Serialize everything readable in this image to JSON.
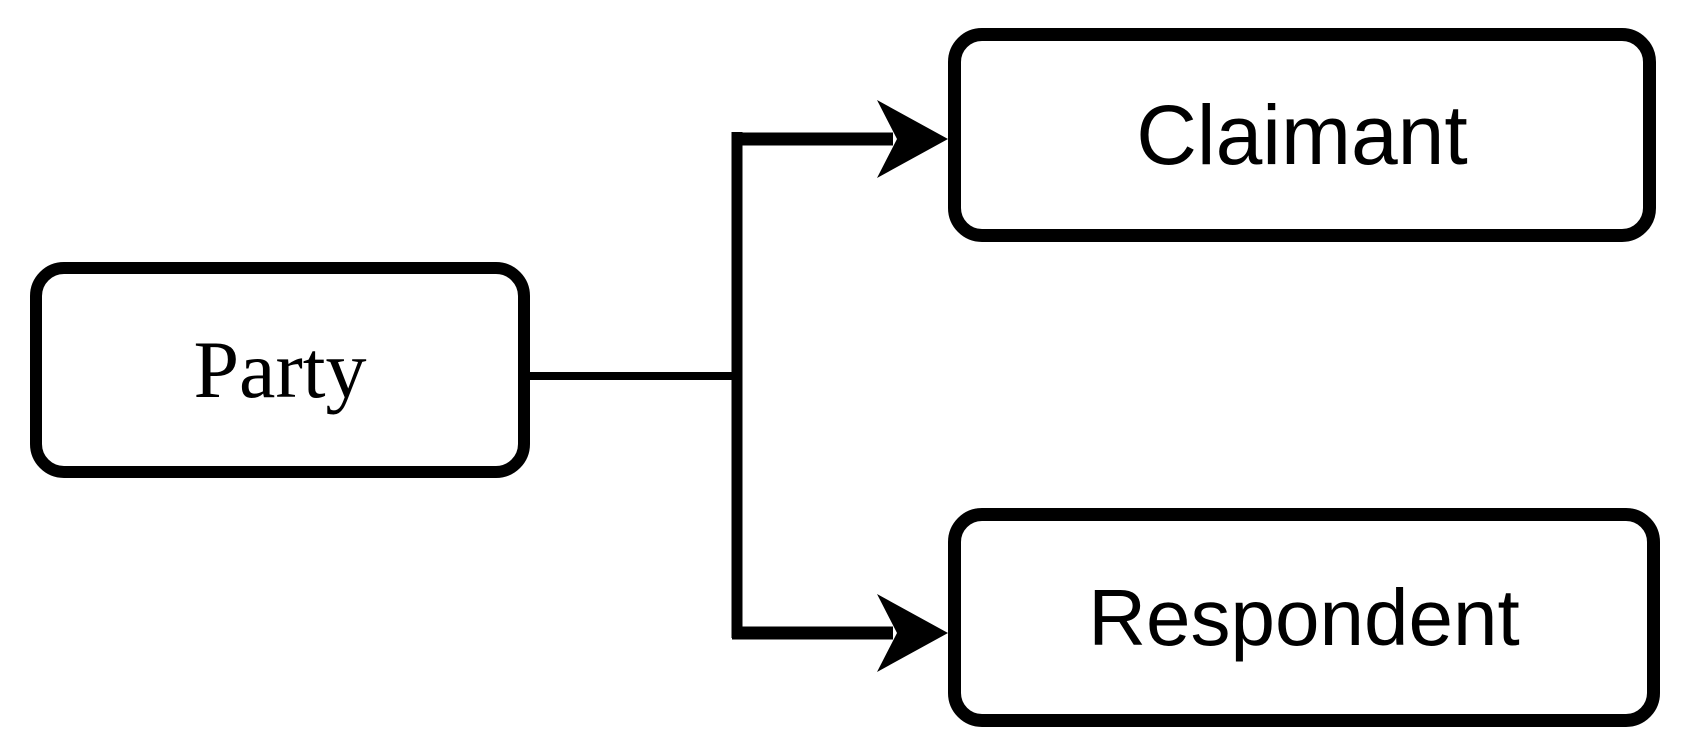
{
  "diagram": {
    "background_color": "#ffffff",
    "line_color": "#000000",
    "box_fill_color": "#ffffff",
    "box_border_color": "#000000",
    "nodes": {
      "party": {
        "label": "Party"
      },
      "claimant": {
        "label": "Claimant"
      },
      "respondent": {
        "label": "Respondent"
      }
    }
  }
}
